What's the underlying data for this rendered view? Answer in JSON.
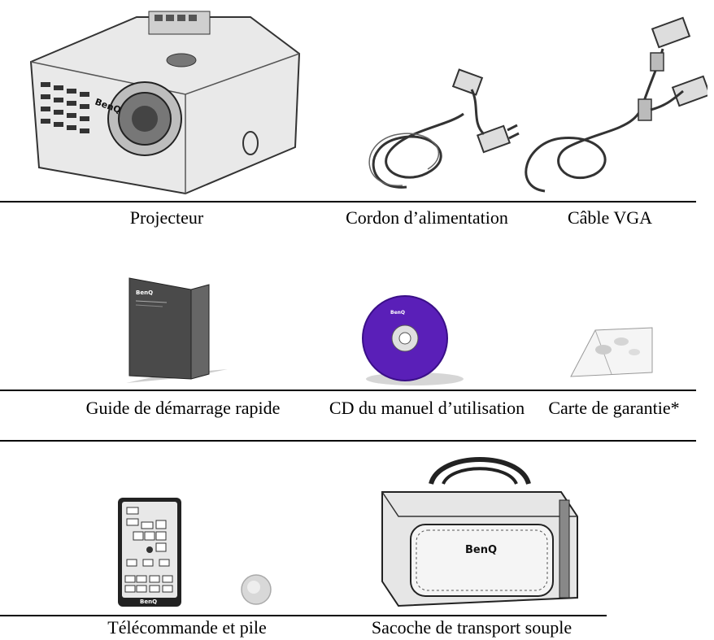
{
  "items": [
    {
      "caption": "Projecteur",
      "icon": "projector-image"
    },
    {
      "caption": "Cordon d’alimentation",
      "icon": "power-cord-image"
    },
    {
      "caption": "Câble VGA",
      "icon": "vga-cable-image"
    },
    {
      "caption": "Guide de démarrage rapide",
      "icon": "quick-start-guide-image"
    },
    {
      "caption": "CD du manuel d’utilisation",
      "icon": "user-manual-cd-image"
    },
    {
      "caption": "Carte de garantie*",
      "icon": "warranty-card-image"
    },
    {
      "caption": "Télécommande et pile",
      "icon": "remote-control-image"
    },
    {
      "caption": "Sacoche de transport souple",
      "icon": "soft-carry-case-image"
    }
  ],
  "brand": {
    "logo": "BenQ"
  },
  "colors": {
    "cd": "#5a1fb8",
    "guide": "#4a4a4a",
    "rule": "#000000"
  }
}
